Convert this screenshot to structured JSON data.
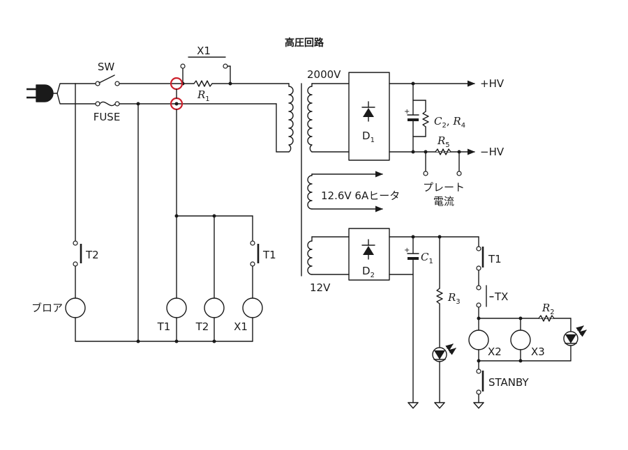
{
  "title": "高圧回路",
  "labels": {
    "sw": "SW",
    "fuse": "FUSE",
    "x1_relay": "X1",
    "r1": "R",
    "r1_sub": "1",
    "v2000": "2000V",
    "plus_hv": "+HV",
    "minus_hv": "−HV",
    "c2r4_c": "C",
    "c2r4_c_sub": "2",
    "c2r4_sep": ", ",
    "c2r4_r": "R",
    "c2r4_r_sub": "4",
    "r5": "R",
    "r5_sub": "5",
    "d1": "D",
    "d1_sub": "1",
    "plate_current_1": "プレート",
    "plate_current_2": "電流",
    "heater": "12.6V 6Aヒータ",
    "d2": "D",
    "d2_sub": "2",
    "c1": "C",
    "c1_sub": "1",
    "v12": "12V",
    "t2_switch": "T2",
    "t1_switch": "T1",
    "t1_switch_right": "T1",
    "blower": "ブロア",
    "coil_t1": "T1",
    "coil_t2": "T2",
    "coil_x1": "X1",
    "r3": "R",
    "r3_sub": "3",
    "tx": "TX",
    "r2": "R",
    "r2_sub": "2",
    "x2": "X2",
    "x3": "X3",
    "standby": "STANBY",
    "plus_sign": "+"
  },
  "colors": {
    "line": "#1a1a1a",
    "highlight": "#cc1f2a",
    "background": "#ffffff"
  }
}
